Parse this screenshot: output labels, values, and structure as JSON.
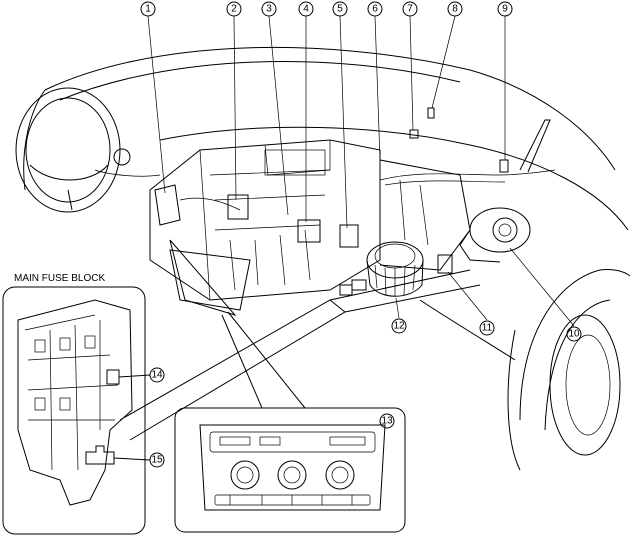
{
  "fuse_block_label": "MAIN FUSE BLOCK",
  "callouts": [
    "1",
    "2",
    "3",
    "4",
    "5",
    "6",
    "7",
    "8",
    "9",
    "10",
    "11",
    "12",
    "13",
    "14",
    "15"
  ]
}
